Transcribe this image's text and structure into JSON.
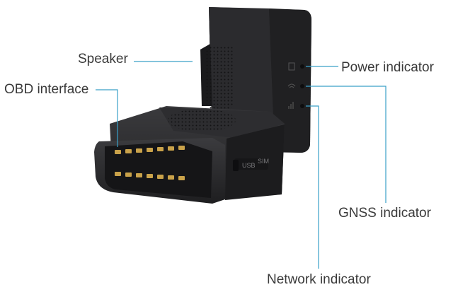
{
  "labels": {
    "speaker": "Speaker",
    "obd_interface": "OBD interface",
    "power_indicator": "Power indicator",
    "gnss_indicator": "GNSS indicator",
    "network_indicator": "Network indicator"
  },
  "port_labels": {
    "usb": "USB",
    "sim": "SIM"
  },
  "colors": {
    "leader_line": "#3aa0c8",
    "device_body": "#2a2a2c",
    "device_dark": "#18181a",
    "pins": "#c9a24a",
    "label_text": "#3a3a3a"
  }
}
